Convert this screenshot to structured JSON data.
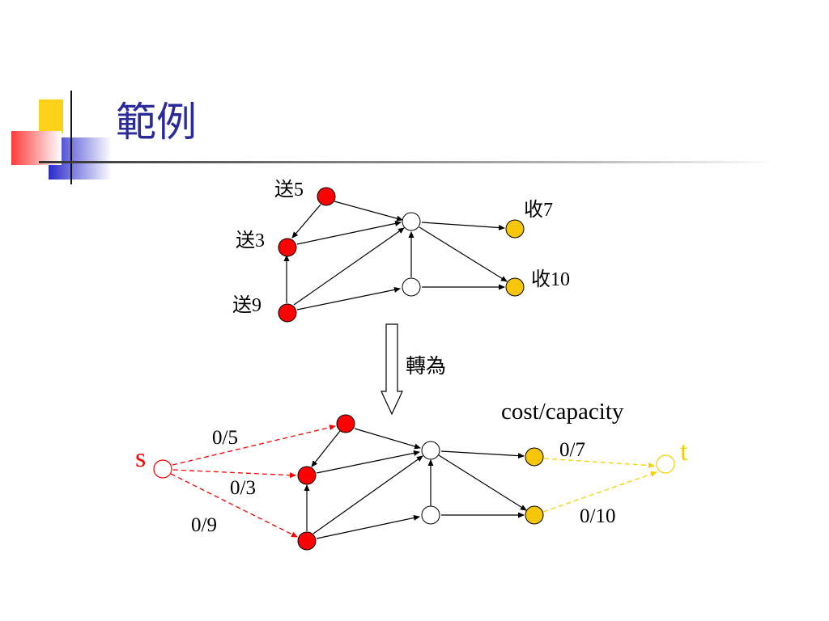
{
  "title": "範例",
  "colors": {
    "title": "#2a2a9a",
    "source_node": "#ff0000",
    "sink_node": "#f7c60a",
    "plain_node": "#ffffff",
    "source_edge": "#ff0000",
    "sink_edge": "#f5d000",
    "edge": "#000000"
  },
  "top_graph": {
    "supply_labels": [
      "送5",
      "送3",
      "送9"
    ],
    "demand_labels": [
      "收7",
      "收10"
    ]
  },
  "transform_label": "轉為",
  "legend": "cost/capacity",
  "bottom_graph": {
    "source_label": "s",
    "sink_label": "t",
    "source_edge_labels": [
      "0/5",
      "0/3",
      "0/9"
    ],
    "sink_edge_labels": [
      "0/7",
      "0/10"
    ]
  }
}
